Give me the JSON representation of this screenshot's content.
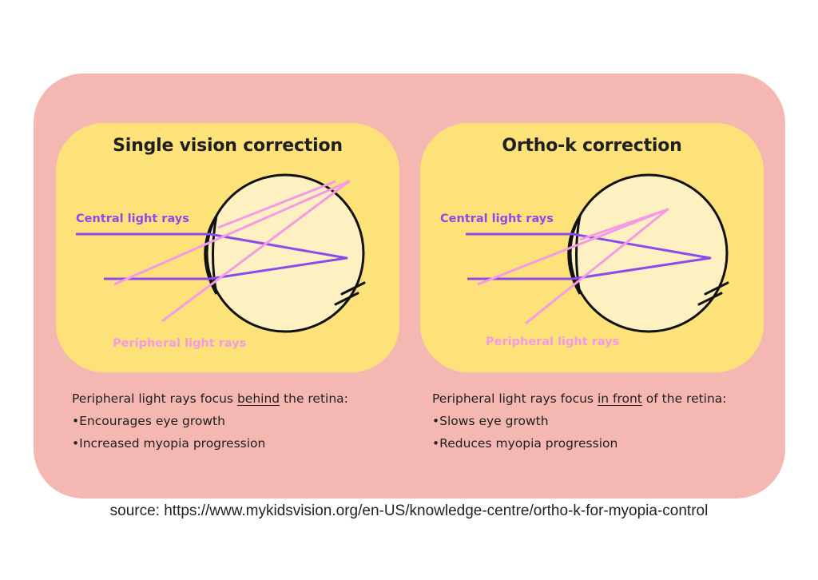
{
  "colors": {
    "outer_bg": "#f5b7b1",
    "panel_bg": "#fde27a",
    "eye_fill": "#fdf1c2",
    "outline": "#111111",
    "central_ray": "#8b4be8",
    "peripheral_ray": "#f49ae6"
  },
  "left": {
    "title": "Single vision correction",
    "central_label": "Central light rays",
    "peripheral_label": "Peripheral light rays",
    "desc_pre": "Peripheral light rays focus ",
    "desc_emph": "behind",
    "desc_post": " the retina:",
    "bullets": [
      "•Encourages eye growth",
      "•Increased myopia progression"
    ]
  },
  "right": {
    "title": "Ortho-k correction",
    "central_label": "Central light rays",
    "peripheral_label": "Peripheral light rays",
    "desc_pre": "Peripheral light rays focus ",
    "desc_emph": "in front",
    "desc_post": " of the retina:",
    "bullets": [
      "•Slows eye growth",
      "•Reduces myopia progression"
    ]
  },
  "source": "source: https://www.mykidsvision.org/en-US/knowledge-centre/ortho-k-for-myopia-control"
}
